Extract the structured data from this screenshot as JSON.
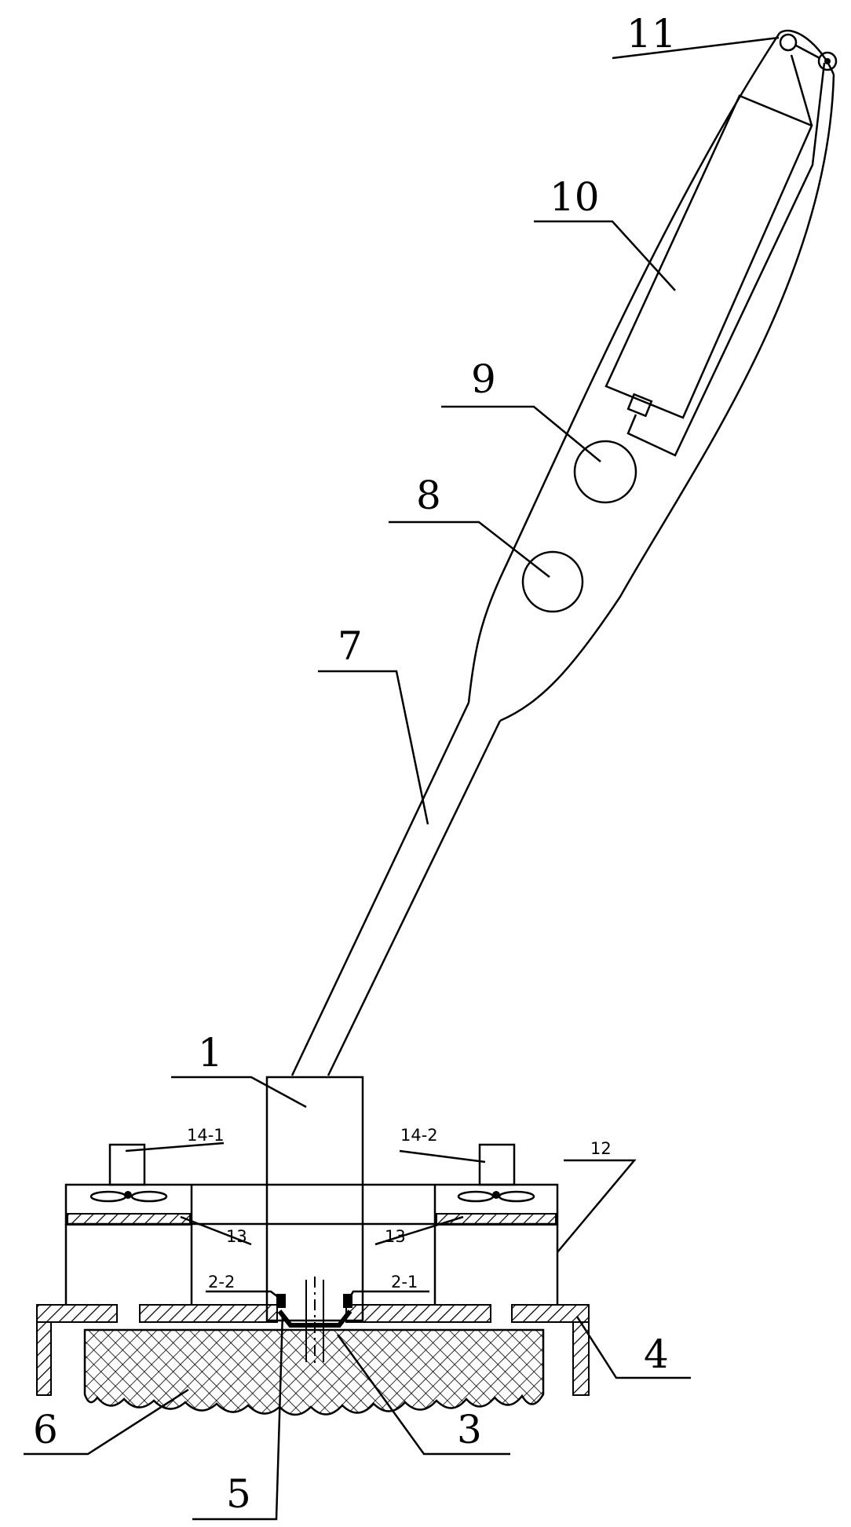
{
  "labels": {
    "l1": "1",
    "l2_1": "2-1",
    "l2_2": "2-2",
    "l3": "3",
    "l4": "4",
    "l5": "5",
    "l6": "6",
    "l7": "7",
    "l8": "8",
    "l9": "9",
    "l10": "10",
    "l11": "11",
    "l12": "12",
    "l13a": "13",
    "l13b": "13",
    "l14_1": "14-1",
    "l14_2": "14-2"
  }
}
